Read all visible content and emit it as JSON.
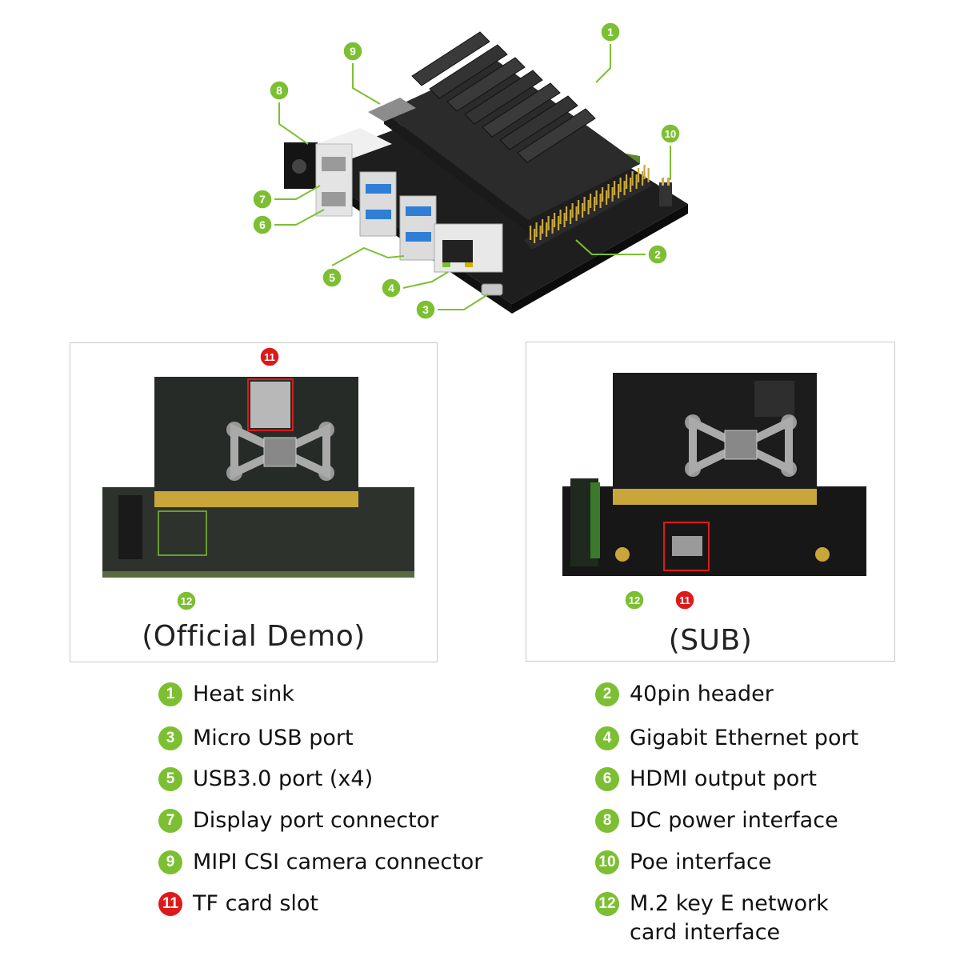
{
  "colors": {
    "badge_green": "#7cbf32",
    "badge_red": "#dd1a1a",
    "leader_line": "#7cbf32",
    "board_black": "#1e1e1e",
    "heatsink": "#2b2b2b",
    "pcb_green": "#2f3a30",
    "usb_blue": "#2f7fd6"
  },
  "callouts": [
    {
      "num": "1",
      "color": "green"
    },
    {
      "num": "2",
      "color": "green"
    },
    {
      "num": "3",
      "color": "green"
    },
    {
      "num": "4",
      "color": "green"
    },
    {
      "num": "5",
      "color": "green"
    },
    {
      "num": "6",
      "color": "green"
    },
    {
      "num": "7",
      "color": "green"
    },
    {
      "num": "8",
      "color": "green"
    },
    {
      "num": "9",
      "color": "green"
    },
    {
      "num": "10",
      "color": "green"
    }
  ],
  "panels": [
    {
      "caption": "(Official Demo)",
      "badges": [
        {
          "num": "11",
          "color": "red"
        },
        {
          "num": "12",
          "color": "green"
        }
      ]
    },
    {
      "caption": "(SUB)",
      "badges": [
        {
          "num": "12",
          "color": "green"
        },
        {
          "num": "11",
          "color": "red"
        }
      ]
    }
  ],
  "legend": [
    {
      "num": "1",
      "label": "Heat sink",
      "color": "green"
    },
    {
      "num": "2",
      "label": "40pin header",
      "color": "green"
    },
    {
      "num": "3",
      "label": "Micro USB port",
      "color": "green"
    },
    {
      "num": "4",
      "label": "Gigabit Ethernet port",
      "color": "green"
    },
    {
      "num": "5",
      "label": "USB3.0 port (x4)",
      "color": "green"
    },
    {
      "num": "6",
      "label": "HDMI output port",
      "color": "green"
    },
    {
      "num": "7",
      "label": "Display port connector",
      "color": "green"
    },
    {
      "num": "8",
      "label": "DC power interface",
      "color": "green"
    },
    {
      "num": "9",
      "label": "MIPI CSI camera connector",
      "color": "green"
    },
    {
      "num": "10",
      "label": "Poe interface",
      "color": "green"
    },
    {
      "num": "11",
      "label": "TF card slot",
      "color": "red"
    },
    {
      "num": "12",
      "label": "M.2 key E network\ncard interface",
      "color": "green"
    }
  ]
}
